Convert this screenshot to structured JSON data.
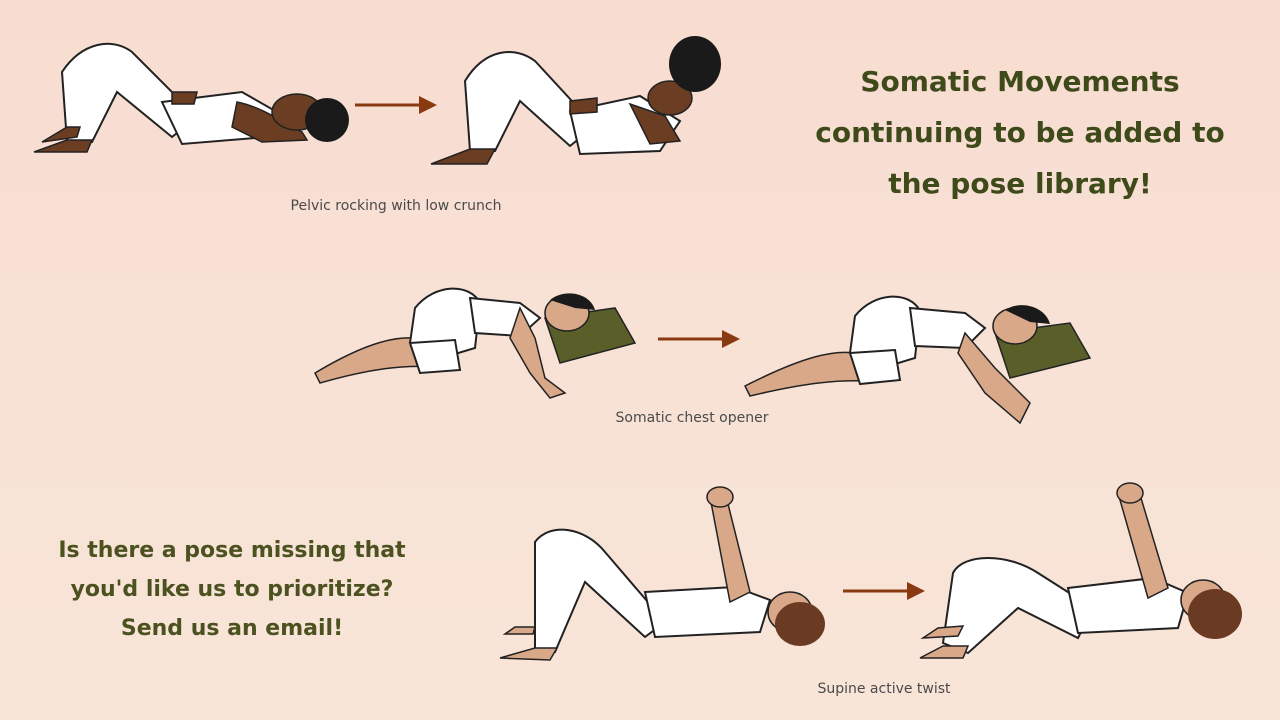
{
  "headline": {
    "lines": [
      "Somatic Movements",
      "continuing to be added to",
      "the pose library!"
    ]
  },
  "cta": {
    "lines": [
      "Is there a pose missing that",
      "you'd like us to prioritize?",
      "Send us an email!"
    ]
  },
  "poses": [
    {
      "caption": "Pelvic rocking with low crunch"
    },
    {
      "caption": "Somatic chest opener"
    },
    {
      "caption": "Supine active twist"
    }
  ],
  "colors": {
    "headline": "#3f4a1a",
    "arrow": "#8a3a10",
    "pillow": "#5a5f2a",
    "clothing": "#ffffff",
    "skin_dark": "#6b3e24",
    "skin_light": "#d9a888",
    "hair_dark": "#1a1a1a",
    "hair_brown": "#6b3a22"
  }
}
